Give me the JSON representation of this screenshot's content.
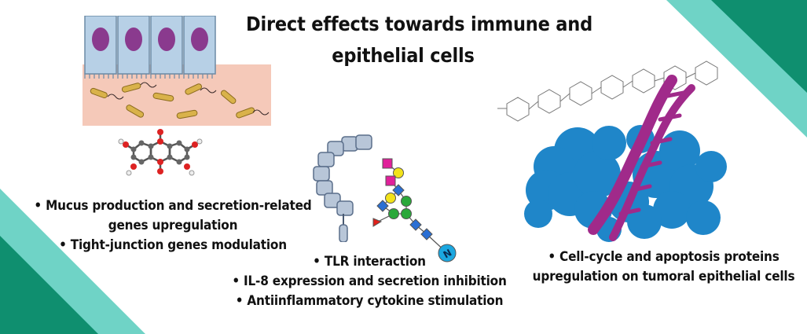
{
  "title_line1": "Direct effects towards immune and",
  "title_line2": "epithelial cells",
  "left_bullets": [
    "• Mucus production and secretion-related",
    "genes upregulation",
    "• Tight-junction genes modulation"
  ],
  "center_bullets": [
    "• TLR interaction",
    "• IL-8 expression and secretion inhibition",
    "• Antiinflammatory cytokine stimulation"
  ],
  "right_bullets": [
    "• Cell-cycle and apoptosis proteins",
    "upregulation on tumoral epithelial cells"
  ],
  "colors": {
    "teal_dark": "#0f8f6f",
    "teal_light": "#6fd3c6",
    "epithelial_cell": "#b7d0e6",
    "nucleus": "#8a3a8e",
    "mucus_layer": "#f5c9b9",
    "bacteria": "#d9b24a",
    "protein_blue": "#1f86c9",
    "dna_magenta": "#a02a8a",
    "tlr_body": "#b8c6d8",
    "glycan_yellow": "#f2e21a",
    "glycan_blue": "#2a6fd4",
    "glycan_green": "#2aa83a",
    "glycan_magenta": "#e0209a",
    "fucose_red": "#e0201a"
  }
}
